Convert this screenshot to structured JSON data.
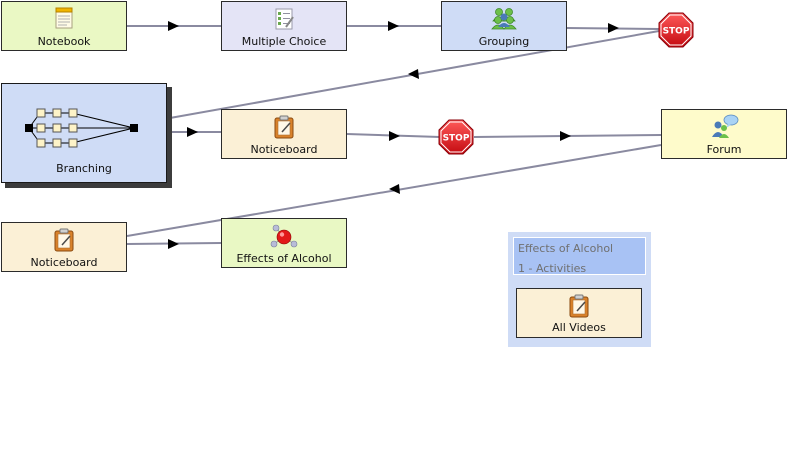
{
  "nodes": {
    "notebook": {
      "label": "Notebook",
      "icon": "notebook-icon",
      "color": "#eaf8c4"
    },
    "multiple_choice": {
      "label": "Multiple Choice",
      "icon": "multiple-choice-icon",
      "color": "#e4e4f6"
    },
    "grouping": {
      "label": "Grouping",
      "icon": "grouping-icon",
      "color": "#cfdcf6"
    },
    "branching": {
      "label": "Branching",
      "icon": "branching-icon",
      "color": "#cfdcf6"
    },
    "noticeboard_1": {
      "label": "Noticeboard",
      "icon": "noticeboard-icon",
      "color": "#fbf0d6"
    },
    "forum": {
      "label": "Forum",
      "icon": "forum-icon",
      "color": "#fefbcb"
    },
    "noticeboard_2": {
      "label": "Noticeboard",
      "icon": "noticeboard-icon",
      "color": "#fbf0d6"
    },
    "effects_of_alcohol": {
      "label": "Effects of Alcohol",
      "icon": "molecule-icon",
      "color": "#e9f8c4"
    }
  },
  "stop_points": [
    {
      "label": "STOP",
      "color": "#e8141c"
    },
    {
      "label": "STOP",
      "color": "#e8141c"
    }
  ],
  "optional_group": {
    "title": "Effects of Alcohol",
    "count_label": "1 - Activities",
    "activity": {
      "label": "All Videos",
      "icon": "noticeboard-icon"
    }
  },
  "colors": {
    "connector": "#8a8aa0",
    "arrowhead": "#000000",
    "group_background": "#cfdcf6",
    "group_header": "#a8c2f4"
  }
}
